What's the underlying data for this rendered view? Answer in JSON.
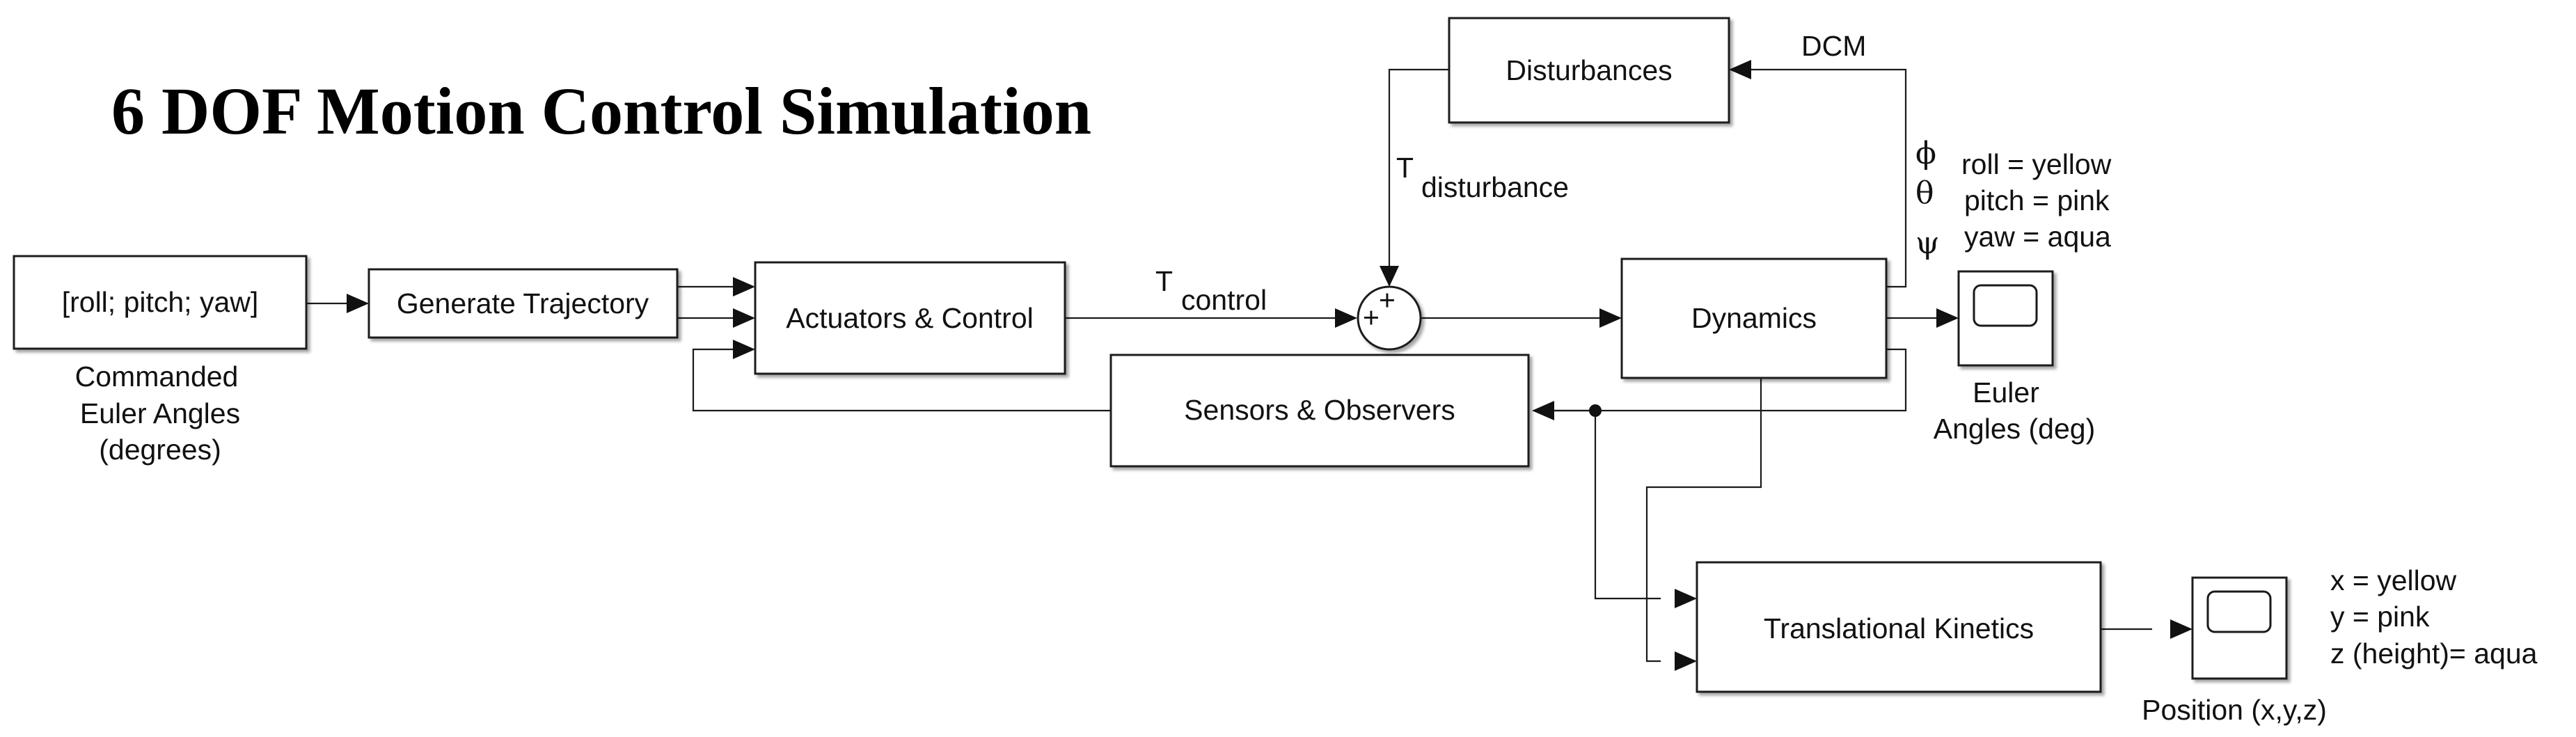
{
  "title": "6 DOF Motion Control Simulation",
  "blocks": {
    "commanded_input": "[roll;  pitch;  yaw]",
    "generate_trajectory": "Generate Trajectory",
    "actuators_control": "Actuators & Control",
    "sensors_observers": "Sensors & Observers",
    "disturbances": "Disturbances",
    "dynamics": "Dynamics",
    "translational_kinetics": "Translational Kinetics"
  },
  "labels": {
    "commanded": [
      "Commanded",
      "Euler Angles",
      "(degrees)"
    ],
    "t_control_main": "T",
    "t_control_sub": "control",
    "t_disturbance_main": "T",
    "t_disturbance_sub": "disturbance",
    "dcm": "DCM",
    "euler_scope": [
      "Euler",
      "Angles (deg)"
    ],
    "position_scope": "Position (x,y,z)",
    "sum_signs": [
      "+",
      "+"
    ]
  },
  "euler_legend": [
    {
      "symbol": "ϕ",
      "text": "roll = yellow"
    },
    {
      "symbol": "θ",
      "text": "pitch = pink"
    },
    {
      "symbol": "ψ",
      "text": "yaw = aqua"
    }
  ],
  "position_legend": [
    "x = yellow",
    "y = pink",
    "z (height)= aqua"
  ]
}
